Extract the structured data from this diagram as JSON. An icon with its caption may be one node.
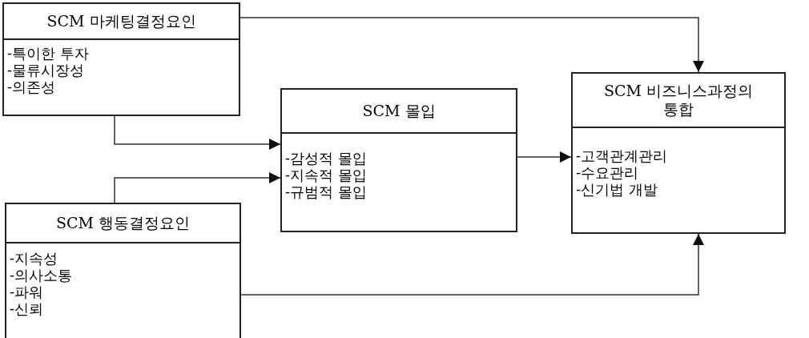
{
  "diagram": {
    "nodes": [
      {
        "text": [
          "SCM 마케팅결정요인",
          "-특이한 투자",
          "-물류시장성",
          "-의존성"
        ]
      },
      {
        "text": [
          "SCM 행동결정요인",
          "-지속성",
          "-의사소통",
          "-파워",
          "-신뢰"
        ]
      },
      {
        "text": [
          "SCM 몰입",
          "-감성적 몰입",
          "-지속적 몰입",
          "-규범적 몰입"
        ]
      },
      {
        "text": [
          "SCM 비즈니스과정의 통합",
          "-고객관계관리",
          "-수요관리",
          "-신기법 개발"
        ]
      }
    ],
    "edges": [
      {
        "from": 0,
        "to": 3,
        "arrow": "to"
      },
      {
        "from": 0,
        "to": 2,
        "arrow": "to"
      },
      {
        "from": 1,
        "to": 2,
        "arrow": "to"
      },
      {
        "from": 2,
        "to": 3,
        "arrow": "to"
      },
      {
        "from": 1,
        "to": 3,
        "arrow": "to"
      }
    ]
  }
}
